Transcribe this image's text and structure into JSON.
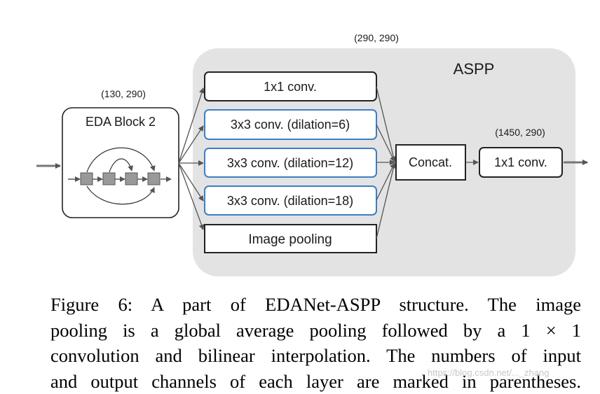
{
  "diagram": {
    "aspp_title": "ASPP",
    "aspp_channels": "(290, 290)",
    "eda_block": {
      "label": "EDA Block 2",
      "channels": "(130, 290)"
    },
    "branches": [
      "1x1 conv.",
      "3x3 conv. (dilation=6)",
      "3x3 conv. (dilation=12)",
      "3x3 conv. (dilation=18)",
      "Image pooling"
    ],
    "concat_label": "Concat.",
    "final_conv": {
      "label": "1x1 conv.",
      "channels": "(1450, 290)"
    }
  },
  "caption": {
    "lines": [
      "Figure 6: A part of EDANet-ASPP structure. The image",
      "pooling is a global average pooling followed by a 1 × 1",
      "convolution and bilinear interpolation. The numbers of input",
      "and output channels of each layer are marked in parentheses."
    ]
  },
  "watermark": "https://blog.csdn.net/..._zhang",
  "colors": {
    "aspp_background": "#e3e3e3",
    "dilated_conv_border": "#3d7ec6",
    "plain_border": "#222222",
    "arrow": "#555555"
  }
}
